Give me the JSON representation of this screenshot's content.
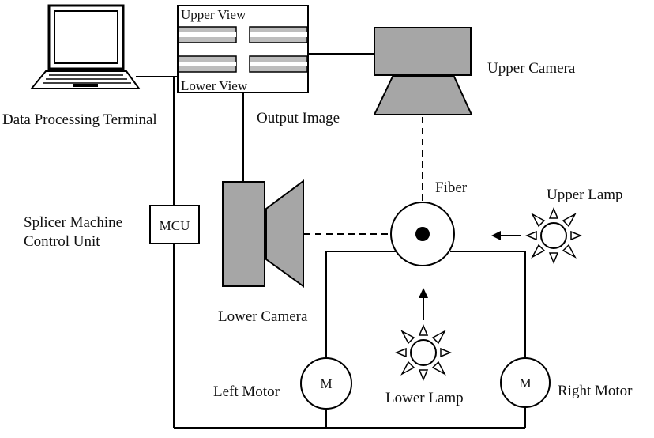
{
  "labels": {
    "upper_view": "Upper View",
    "lower_view": "Lower View",
    "output_image": "Output Image",
    "data_processing_terminal": "Data Processing Terminal",
    "upper_camera": "Upper Camera",
    "lower_camera": "Lower Camera",
    "fiber": "Fiber",
    "upper_lamp": "Upper Lamp",
    "lower_lamp": "Lower Lamp",
    "mcu": "MCU",
    "splicer_line1": "Splicer Machine",
    "splicer_line2": "Control Unit",
    "left_motor": "Left Motor",
    "right_motor": "Right Motor",
    "motor_symbol": "M"
  },
  "colors": {
    "camera_fill": "#a6a6a6",
    "fiber_strip_fill": "#bdbdbd",
    "line": "#000000"
  }
}
